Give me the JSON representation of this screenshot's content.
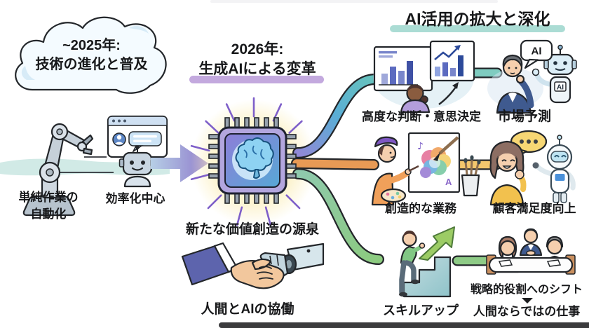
{
  "stages": {
    "past": {
      "title_line1": "~2025年:",
      "title_line2": "技術の進化と普及"
    },
    "present": {
      "title_line1": "2026年:",
      "title_line2": "生成AIによる変革"
    },
    "future": {
      "title": "AI活用の拡大と深化"
    }
  },
  "nodes": {
    "simple_automation": {
      "line1": "単純作業の",
      "line2": "自動化"
    },
    "efficiency": {
      "label": "効率化中心"
    },
    "value_creation": {
      "label": "新たな価値創造の源泉"
    },
    "human_ai_collab": {
      "label": "人間とAIの協働"
    },
    "advanced_judgment": {
      "label": "高度な判断・意思決定"
    },
    "market_forecast": {
      "label": "市場予測",
      "speech_bubble": "AI",
      "chest_badge": "AI"
    },
    "creative_work": {
      "label": "創造的な業務",
      "canvas_note": "♪",
      "canvas_letter": "A"
    },
    "customer_satisfaction": {
      "label": "顧客満足度向上"
    },
    "skill_up": {
      "label": "スキルアップ"
    },
    "strategic_shift": {
      "line1": "戦略的役割へのシフト",
      "line2": "人間ならではの仕事"
    }
  },
  "colors": {
    "highlight_purple": "#b493d6",
    "highlight_teal": "#8fd0c5",
    "branch_blue": "#5aaed6",
    "branch_orange": "#e89a55",
    "branch_green": "#86c99d",
    "glow_yellow": "#fbf0c2",
    "ray_purple": "#7e5fc9"
  }
}
